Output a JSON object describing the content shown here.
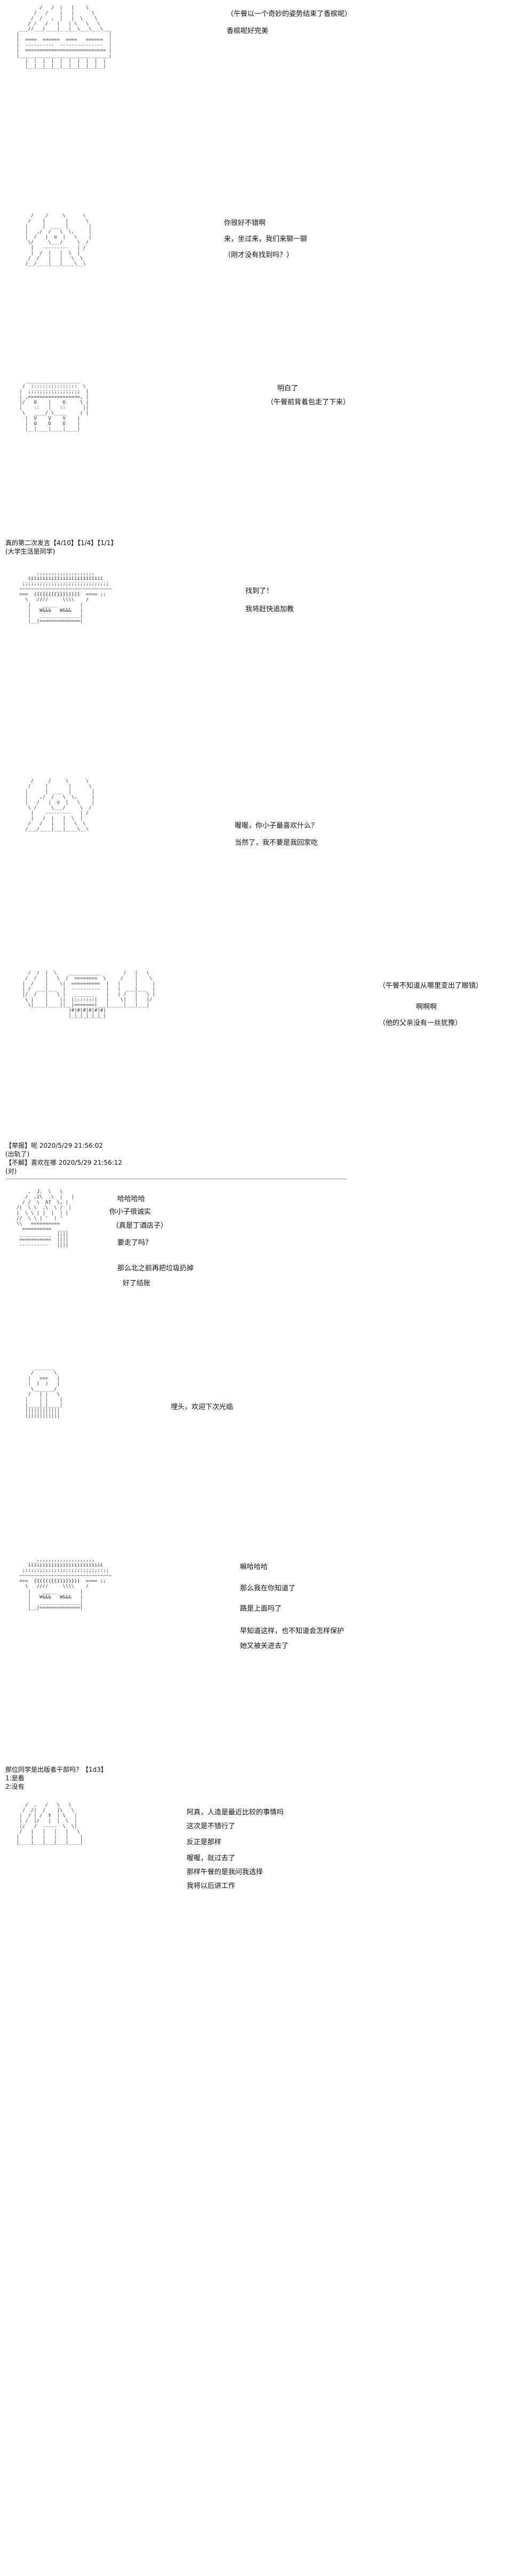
{
  "panels": [
    {
      "lines": [
        "（午餐以一个奇妙的姿势结束了香槟呢）",
        "香槟呢好完美"
      ]
    },
    {
      "lines": [
        "你很好不错啊",
        "来，坐过来，我们来聊一聊",
        "（刚才没有找到吗？）"
      ]
    },
    {
      "lines": [
        "明白了",
        "（午餐前背着包走了下来）"
      ]
    },
    {
      "lines": [
        "找到了！",
        "我将赶快追加教"
      ]
    },
    {
      "lines": [
        "喔喔，你小子最喜欢什么？",
        "当然了，我不要是我回家吃"
      ]
    },
    {
      "lines": [
        "（午餐不知道从哪里变出了眼镜）",
        "啊啊啊",
        "（他的父亲没有一丝犹豫）"
      ]
    },
    {
      "lines": [
        "哈哈哈哈",
        "你小子很诚实",
        "（真是丁酒店子）",
        "要走了吗？",
        "那么北之前再把垃圾扔掉",
        "好了结账"
      ]
    },
    {
      "lines": [
        "埋头，欢迎下次光临"
      ]
    },
    {
      "lines": [
        "嘛哈哈哈",
        "那么我在你知道了",
        "路是上面吗了",
        "早知道这样，也不知道会怎样保护",
        "她又被关进去了"
      ]
    },
    {
      "lines": [
        "阿真，人造是最近比较的事情吗",
        "这次是不错行了",
        "反正是那样",
        "喔喔，就过去了",
        "那样午餐的是我问我选择",
        "我将以后讲工作"
      ]
    }
  ],
  "meta_blocks": [
    {
      "lines": [
        "真的第二次发言【4/10】【1/4】【1/1】",
        "(大学生活是同学)"
      ]
    },
    {
      "lines": [
        "【举报】呢 2020/5/29 21:56:02",
        "(出轨了)",
        "【不解】喜欢在哪 2020/5/29 21:56:12",
        "(对)"
      ]
    },
    {
      "lines": [
        "那位同学是出版者干部吗？【1d3】",
        "1:是看",
        "2:没有"
      ]
    }
  ]
}
